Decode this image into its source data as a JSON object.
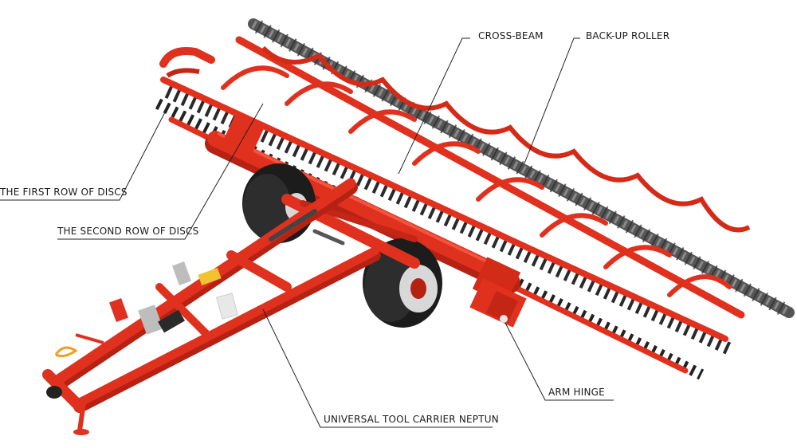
{
  "labels": {
    "cross_beam": "CROSS-BEAM",
    "back_up_roller": "BACK-UP ROLLER",
    "first_row": "THE FIRST ROW OF DISCS",
    "second_row": "THE SECOND ROW OF DISCS",
    "arm_hinge": "ARM HINGE",
    "tool_carrier": "UNIVERSAL TOOL CARRIER NEPTUN"
  },
  "colors": {
    "frame": "#e0301e",
    "frame_dark": "#b52214",
    "frame_light": "#f2543f",
    "tire": "#1c1c1c",
    "rim": "#d8d8d8",
    "disc": "#2a2a2a",
    "roller": "#4a4a4a",
    "leader": "#222222"
  }
}
